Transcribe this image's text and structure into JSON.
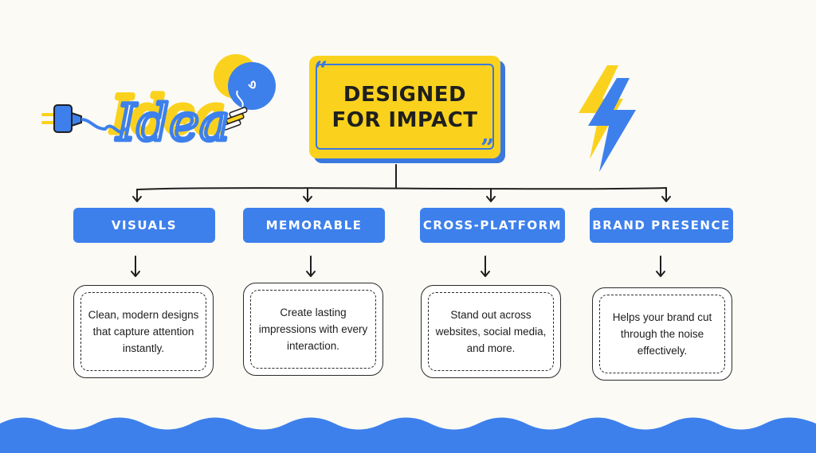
{
  "title": {
    "text": "Designed for Impact",
    "open_quote": "“",
    "close_quote": "”"
  },
  "decor": {
    "idea_word": "Idea",
    "icons": [
      "plug-icon",
      "lightbulb-icon",
      "lightning-bolt-icon"
    ]
  },
  "branches": [
    {
      "label": "Visuals",
      "description": "Clean, modern designs that capture attention instantly."
    },
    {
      "label": "Memorable",
      "description": "Create lasting impressions with every interaction."
    },
    {
      "label": "Cross-Platform",
      "description": "Stand out across websites, social media, and more."
    },
    {
      "label": "Brand Presence",
      "description": "Helps your brand cut through the noise effectively."
    }
  ],
  "colors": {
    "background": "#fbfaf5",
    "accent_blue": "#3d80ec",
    "accent_yellow": "#fad21e",
    "ink": "#1f1f1f"
  }
}
